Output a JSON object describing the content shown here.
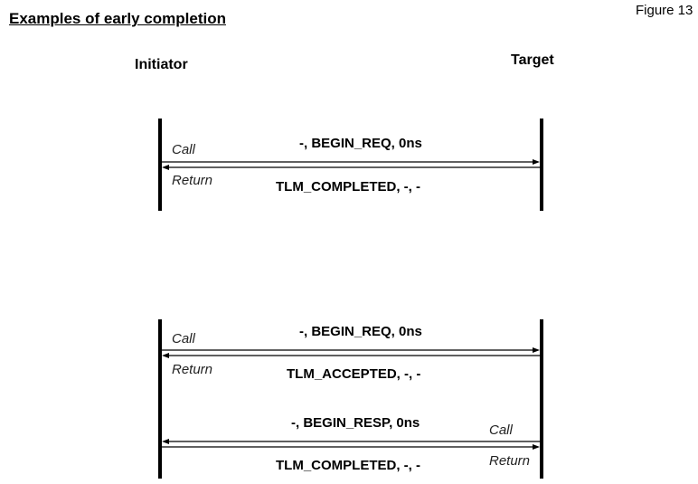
{
  "header": {
    "title": "Examples of early completion",
    "figure_label": "Figure 13"
  },
  "roles": {
    "initiator": "Initiator",
    "target": "Target"
  },
  "scenario1": {
    "call_label": "Call",
    "return_label": "Return",
    "forward_message": "-, BEGIN_REQ, 0ns",
    "return_message": "TLM_COMPLETED, -, -"
  },
  "scenario2": {
    "call_label": "Call",
    "return_label": "Return",
    "forward_message": "-, BEGIN_REQ, 0ns",
    "return_message": "TLM_ACCEPTED, -, -",
    "backward_message": "-, BEGIN_RESP, 0ns",
    "backward_call_label": "Call",
    "backward_return_label": "Return",
    "backward_return_message": "TLM_COMPLETED, -, -"
  }
}
